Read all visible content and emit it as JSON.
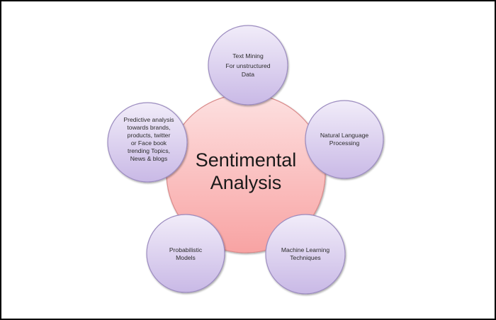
{
  "diagram": {
    "center": {
      "lines": [
        "Sentimental",
        "Analysis"
      ],
      "fill_top": "#fde0e0",
      "fill_bottom": "#f8a3a3",
      "stroke": "#d98a8a"
    },
    "satellites": [
      {
        "id": "text-mining",
        "lines": [
          "Text Mining",
          "For unstructured",
          "Data"
        ]
      },
      {
        "id": "natural-language-processing",
        "lines": [
          "Natural Language",
          "Processing"
        ]
      },
      {
        "id": "machine-learning-techniques",
        "lines": [
          "Machine Learning",
          "Techniques"
        ]
      },
      {
        "id": "probabilistic-models",
        "lines": [
          "Probabilistic",
          "Models"
        ]
      },
      {
        "id": "predictive-analysis",
        "lines": [
          "Predictive analysis",
          "towards brands,",
          "products, twitter",
          "or Face book",
          "trending Topics,",
          "News & blogs"
        ]
      }
    ],
    "satellite_style": {
      "fill_top": "#f1ecf9",
      "fill_bottom": "#c9b9e6",
      "stroke": "#9c8cc0"
    }
  }
}
